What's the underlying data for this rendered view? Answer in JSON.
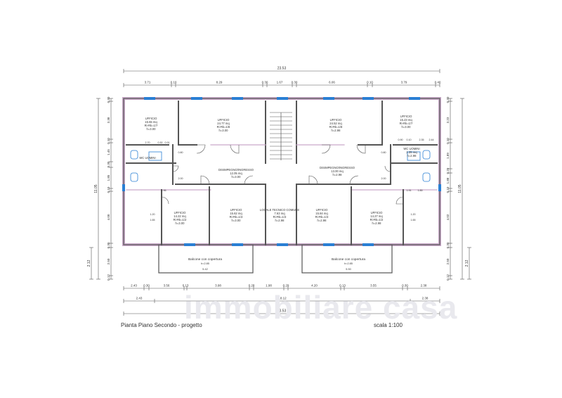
{
  "caption": {
    "title": "Pianta Piano Secondo - progetto",
    "scale": "scala 1:100"
  },
  "watermark": "immobiliare casa",
  "colors": {
    "wall": "#555555",
    "partition": "#c9a9c9",
    "window": "#2a7fd4",
    "dimension": "#555555",
    "paper": "#ffffff"
  },
  "rooms": [
    {
      "id": "ufficio-nw",
      "label": "UFFICIO",
      "area": "15.55 mq",
      "ratio": "Ri-Rk=1/7",
      "height": "h=3.00"
    },
    {
      "id": "ufficio-n2",
      "label": "UFFICIO",
      "area": "24.77 mq",
      "ratio": "Ri-Rk=1/8",
      "height": "h=3.00"
    },
    {
      "id": "ufficio-n3",
      "label": "UFFICIO",
      "area": "24.52 mq",
      "ratio": "Ri-Rk=1/8",
      "height": "h=2.98"
    },
    {
      "id": "ufficio-ne",
      "label": "UFFICIO",
      "area": "15.23 mq",
      "ratio": "Ri-Rk=1/7",
      "height": "h=3.00"
    },
    {
      "id": "disimpegno-w",
      "label": "DISIMPEGNO/INGRESSO",
      "area": "12.05 mq",
      "ratio": "",
      "height": "h=3.00"
    },
    {
      "id": "disimpegno-e",
      "label": "DISIMPEGNO/INGRESSO",
      "area": "13.00 mq",
      "ratio": "",
      "height": "h=2.98"
    },
    {
      "id": "ufficio-sw",
      "label": "UFFICIO",
      "area": "14.22 mq",
      "ratio": "Ri-Rk=1/2",
      "height": "h=3.00"
    },
    {
      "id": "ufficio-s2",
      "label": "UFFICIO",
      "area": "15.62 mq",
      "ratio": "Ri-Rk=1/3",
      "height": "h=3.00"
    },
    {
      "id": "locale-tecnico",
      "label": "LOCALE TECNICO COMUNE",
      "area": "7.63 mq",
      "ratio": "Ri-Rk=1/3",
      "height": "h=2.98"
    },
    {
      "id": "ufficio-s3",
      "label": "UFFICIO",
      "area": "15.84 mq",
      "ratio": "Ri-Rk=1/3",
      "height": "h=2.98"
    },
    {
      "id": "ufficio-se",
      "label": "UFFICIO",
      "area": "14.27 mq",
      "ratio": "Ri-Rk=1/2",
      "height": "h=2.98"
    },
    {
      "id": "wc-w",
      "label": "WC UOMINI",
      "area": "",
      "ratio": "",
      "height": ""
    },
    {
      "id": "wc-e",
      "label": "WC UOMINI",
      "area": "2.35 mq",
      "ratio": "",
      "height": "h=2.98"
    }
  ],
  "balconies": [
    {
      "label": "Balcone con copertura",
      "height": "h=2.85",
      "width": "5.42"
    },
    {
      "label": "Balcone con copertura",
      "height": "h=2.85",
      "width": "5.50"
    }
  ],
  "dimensions": {
    "top_total": "23.53",
    "top_segments": [
      "3.71",
      "0.10",
      "8.29",
      "0.30",
      "1.67",
      "0.30",
      "6.06",
      "0.10",
      "3.79",
      "0.40"
    ],
    "bottom_segments": [
      "2.43",
      "0.30",
      "3.56",
      "0.13",
      "3.98",
      "0.28",
      "1.98",
      "0.29",
      "4.20",
      "0.13",
      "3.55",
      "0.30",
      "2.38"
    ],
    "bottom_mid": [
      "2.43",
      "18.12",
      "2.38"
    ],
    "bottom_total": "23.53",
    "left_side": [
      "0.30",
      "3.38",
      "0.10",
      "1.45",
      "0.30",
      "1.85",
      "0.10",
      "4.00",
      "0.30",
      "2.50",
      "0.12"
    ],
    "left_total": "11.05",
    "left_outer": "2.12",
    "right_side": [
      "0.30",
      "3.23",
      "0.10",
      "1.89",
      "0.29",
      "1.88",
      "0.10",
      "4.02",
      "0.30",
      "2.50",
      "0.12"
    ],
    "right_total": "11.05",
    "right_outer": "2.12",
    "interior": [
      "2.70",
      "0.30",
      "0.91",
      "0.90",
      "0.10",
      "2.35",
      "2.44",
      "0.80",
      "2.00",
      "1.96",
      "1.91",
      "1.85",
      "1.20",
      "1.65",
      "1.20",
      "1.65",
      "0.80",
      "2.00"
    ]
  }
}
